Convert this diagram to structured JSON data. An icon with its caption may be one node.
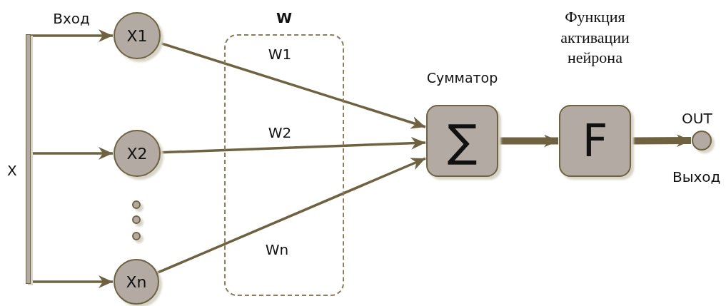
{
  "diagram": {
    "nodes": [
      {
        "text": [],
        "shape": "bar",
        "beside": [
          "X"
        ]
      },
      {
        "text": [
          "X1"
        ]
      },
      {
        "text": [
          "X2"
        ]
      },
      {
        "text": [],
        "shape": "circle"
      },
      {
        "text": [],
        "shape": "circle"
      },
      {
        "text": [],
        "shape": "circle"
      },
      {
        "text": [
          "Xn"
        ]
      },
      {
        "text": [
          "Сумматор",
          "∑"
        ]
      },
      {
        "text": [
          "Функция активации нейрона",
          "F"
        ]
      },
      {
        "text": [],
        "shape": "circle",
        "beside": [
          "OUT",
          "Выход"
        ]
      }
    ],
    "edges": [
      {
        "from": 0,
        "to": 1,
        "arrow": "to",
        "label": "Вход"
      },
      {
        "from": 0,
        "to": 2,
        "arrow": "to"
      },
      {
        "from": 0,
        "to": 6,
        "arrow": "to"
      },
      {
        "from": 1,
        "to": 7,
        "arrow": "to",
        "label": "W1"
      },
      {
        "from": 2,
        "to": 7,
        "arrow": "to",
        "label": "W2"
      },
      {
        "from": 6,
        "to": 7,
        "arrow": "to",
        "label": "Wn"
      },
      {
        "from": 7,
        "to": 8,
        "arrow": "to",
        "style": "thick"
      },
      {
        "from": 8,
        "to": 9,
        "arrow": "to",
        "style": "thick"
      }
    ],
    "labels": [
      "W"
    ]
  }
}
